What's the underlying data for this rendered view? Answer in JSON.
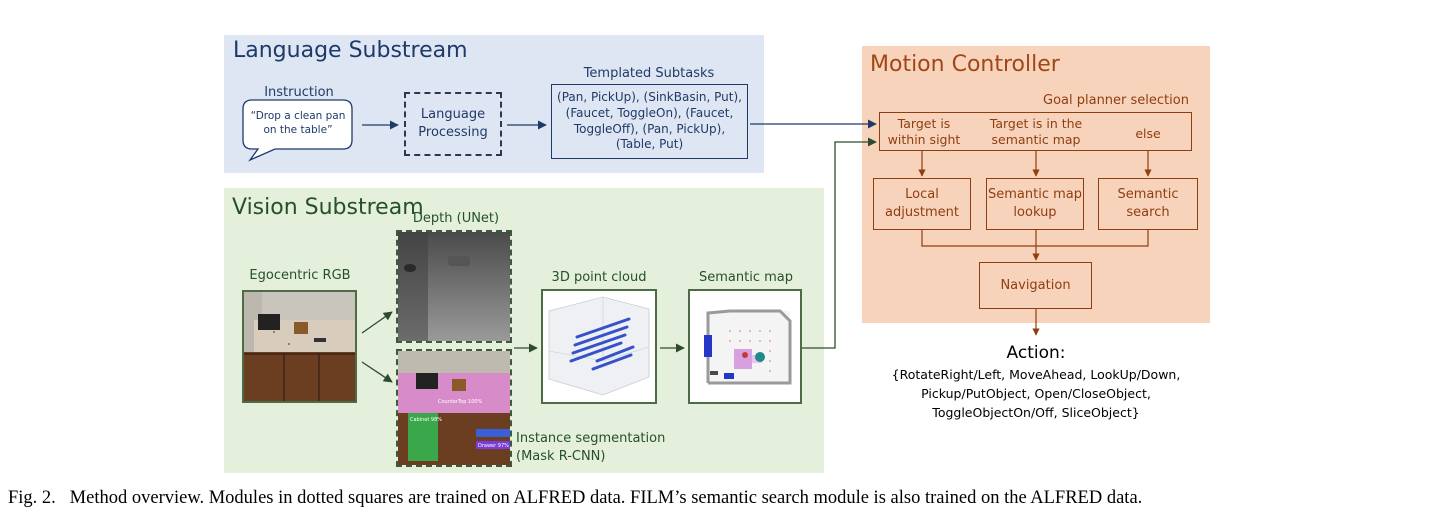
{
  "language_substream": {
    "title": "Language Substream",
    "instruction_label": "Instruction",
    "instruction_text": "“Drop a clean pan on the table”",
    "language_processing": "Language Processing",
    "templated_subtasks_label": "Templated Subtasks",
    "templated_subtasks_lines": [
      "(Pan, PickUp), (SinkBasin, Put),",
      "(Faucet, ToggleOn), (Faucet,",
      "ToggleOff), (Pan, PickUp),",
      "(Table, Put)"
    ]
  },
  "vision_substream": {
    "title": "Vision Substream",
    "egocentric_rgb_label": "Egocentric RGB",
    "depth_label": "Depth (UNet)",
    "instance_segmentation_label": "Instance segmentation",
    "mask_rcnn_label": "(Mask R-CNN)",
    "point_cloud_label": "3D point cloud",
    "semantic_map_label": "Semantic map"
  },
  "motion_controller": {
    "title": "Motion Controller",
    "goal_planner_label": "Goal planner selection",
    "conditions": [
      "Target is within sight",
      "Target is in the semantic map",
      "else"
    ],
    "modules": [
      "Local adjustment",
      "Semantic map lookup",
      "Semantic search"
    ],
    "navigation": "Navigation"
  },
  "action": {
    "title": "Action:",
    "lines": [
      "{RotateRight/Left, MoveAhead, LookUp/Down,",
      "Pickup/PutObject, Open/CloseObject,",
      "ToggleObjectOn/Off, SliceObject}"
    ]
  },
  "caption": "Fig. 2.   Method overview. Modules in dotted squares are trained on ALFRED data. FILM’s semantic search module is also trained on the ALFRED data.",
  "colors": {
    "language_panel": "#dde6f2",
    "vision_panel": "#e4f0dc",
    "motion_panel": "#f8d3bb",
    "language_ink": "#1f3a68",
    "motion_ink": "#8f3e10",
    "vision_ink": "#25502a"
  }
}
